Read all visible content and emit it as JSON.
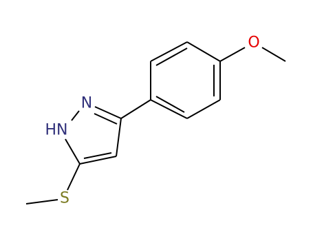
{
  "molecule": {
    "atoms": {
      "nitrogen_n": {
        "text": "N",
        "color": "#30307a"
      },
      "nitrogen_nh": {
        "text": "HN",
        "color": "#30307a"
      },
      "sulfur": {
        "text": "S",
        "color": "#7a7a20"
      },
      "oxygen": {
        "text": "O",
        "color": "#e60000"
      }
    },
    "bond_color": "#000000"
  }
}
